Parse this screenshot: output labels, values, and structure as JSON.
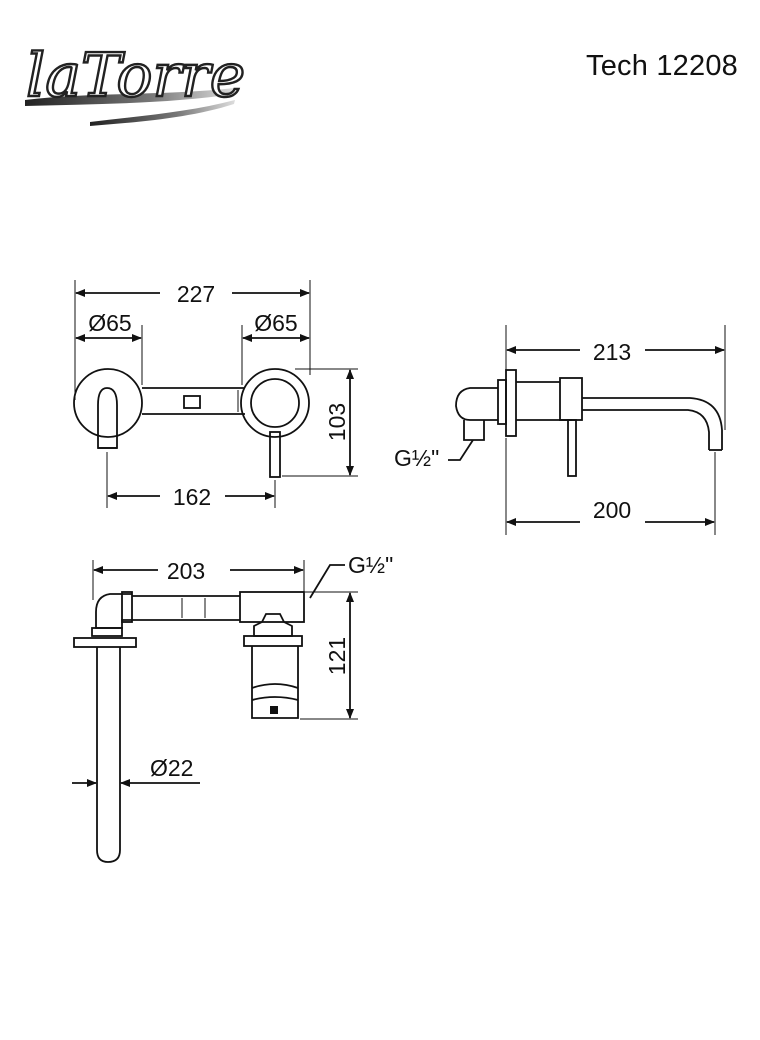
{
  "header": {
    "brand_logo": "laTorre",
    "product_code": "Tech 12208"
  },
  "front_view": {
    "overall_width": "227",
    "left_diameter": "Ø65",
    "right_diameter": "Ø65",
    "height": "103",
    "lever_spacing": "162"
  },
  "side_view": {
    "total_depth": "213",
    "spout_projection": "200",
    "thread": "G½\""
  },
  "top_view": {
    "body_length": "203",
    "thread": "G½\"",
    "body_height": "121",
    "spout_diameter": "Ø22"
  },
  "colors": {
    "line": "#111111",
    "background": "#ffffff"
  }
}
